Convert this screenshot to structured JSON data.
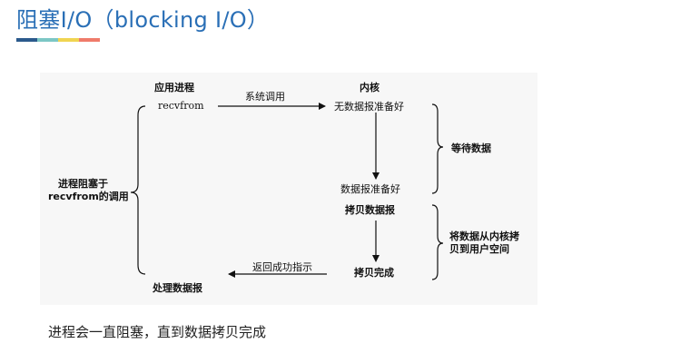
{
  "title": "阻塞I/O（blocking I/O）",
  "accent_colors": [
    "#2b5a8c",
    "#7cc7c5",
    "#f0d451",
    "#ef7b6a"
  ],
  "diagram": {
    "app_process": "应用进程",
    "recvfrom": "recvfrom",
    "syscall": "系统调用",
    "kernel": "内核",
    "no_datagram": "无数据报准备好",
    "wait_data": "等待数据",
    "datagram_ready": "数据报准备好",
    "copy_datagram": "拷贝数据报",
    "copy_to_user_1": "将数据从内核拷",
    "copy_to_user_2": "贝到用户空间",
    "copy_done": "拷贝完成",
    "return_success": "返回成功指示",
    "process_datagram": "处理数据报",
    "blocked_1": "进程阻塞于",
    "blocked_2": "recvfrom的调用"
  },
  "caption": "进程会一直阻塞，直到数据拷贝完成"
}
